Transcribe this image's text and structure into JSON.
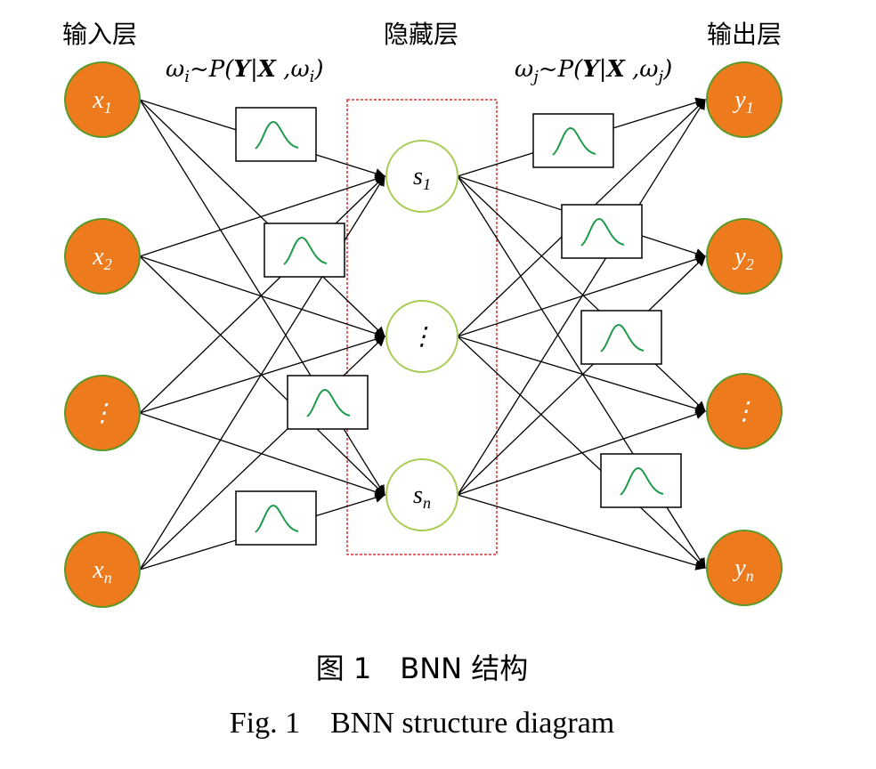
{
  "layers": {
    "input": "输入层",
    "hidden": "隐藏层",
    "output": "输出层"
  },
  "formulas": {
    "input_to_hidden": {
      "w": "ω",
      "w_sub": "i",
      "tilde": "~",
      "P": "P(",
      "Y": "Y",
      "bar": "|",
      "X": "X",
      "comma": " ,",
      "w2": "ω",
      "w2_sub": "i",
      "close": ")"
    },
    "hidden_to_output": {
      "w": "ω",
      "w_sub": "j",
      "tilde": "~",
      "P": "P(",
      "Y": "Y",
      "bar": "|",
      "X": "X",
      "comma": " ,",
      "w2": "ω",
      "w2_sub": "j",
      "close": ")"
    }
  },
  "input_nodes": [
    {
      "base": "x",
      "sub": "1"
    },
    {
      "base": "x",
      "sub": "2"
    },
    {
      "base": "⋮",
      "sub": ""
    },
    {
      "base": "x",
      "sub": "n"
    }
  ],
  "hidden_nodes": [
    {
      "base": "s",
      "sub": "1"
    },
    {
      "base": "⋮",
      "sub": ""
    },
    {
      "base": "s",
      "sub": "n"
    }
  ],
  "output_nodes": [
    {
      "base": "y",
      "sub": "1"
    },
    {
      "base": "y",
      "sub": "2"
    },
    {
      "base": "⋮",
      "sub": ""
    },
    {
      "base": "y",
      "sub": "n"
    }
  ],
  "caption": {
    "cn": "图 1　BNN 结构",
    "en": "Fig. 1　BNN structure diagram"
  },
  "colors": {
    "io_node_fill": "#ee7a1e",
    "io_node_stroke": "#5a9a2a",
    "hidden_node_stroke": "#a9cc57",
    "hidden_box": "#e03030",
    "curve": "#1f9a4a",
    "line": "#000000"
  }
}
